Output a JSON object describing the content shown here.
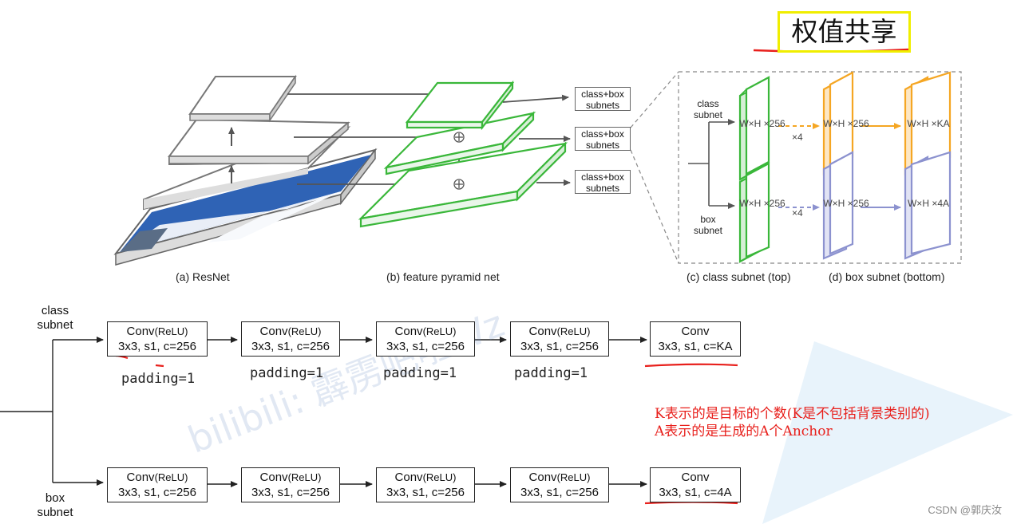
{
  "title": "权值共享",
  "captions": {
    "resnet": "(a) ResNet",
    "fpn": "(b) feature pyramid net",
    "class_subnet": "(c) class subnet (top)",
    "box_subnet": "(d) box subnet (bottom)"
  },
  "fpn_outputs": [
    "class+box subnets",
    "class+box subnets",
    "class+box subnets"
  ],
  "subnet_diagram": {
    "class_label": "class subnet",
    "box_label": "box subnet",
    "feature": "W×H ×256",
    "times4": "×4",
    "class_out": "W×H ×KA",
    "box_out": "W×H ×4A"
  },
  "rows": {
    "class_label": "class subnet",
    "box_label": "box subnet",
    "conv_name": "Conv",
    "relu": "(ReLU)",
    "conv_params": "3x3, s1, c=256",
    "class_final": "3x3, s1, c=KA",
    "box_final": "3x3, s1, c=4A",
    "padding": "padding=1"
  },
  "notes": {
    "k": "K表示的是目标的个数(K是不包括背景类别的)",
    "a": "A表示的是生成的A个Anchor"
  },
  "watermark": "bilibili: 霹雳吧啦Wz",
  "credit": "CSDN @郭庆汝",
  "colors": {
    "green": "#3ab73a",
    "orange": "#f5a623",
    "purple": "#8c92cf",
    "red": "#e8201c",
    "highlight": "#f0ee00"
  }
}
